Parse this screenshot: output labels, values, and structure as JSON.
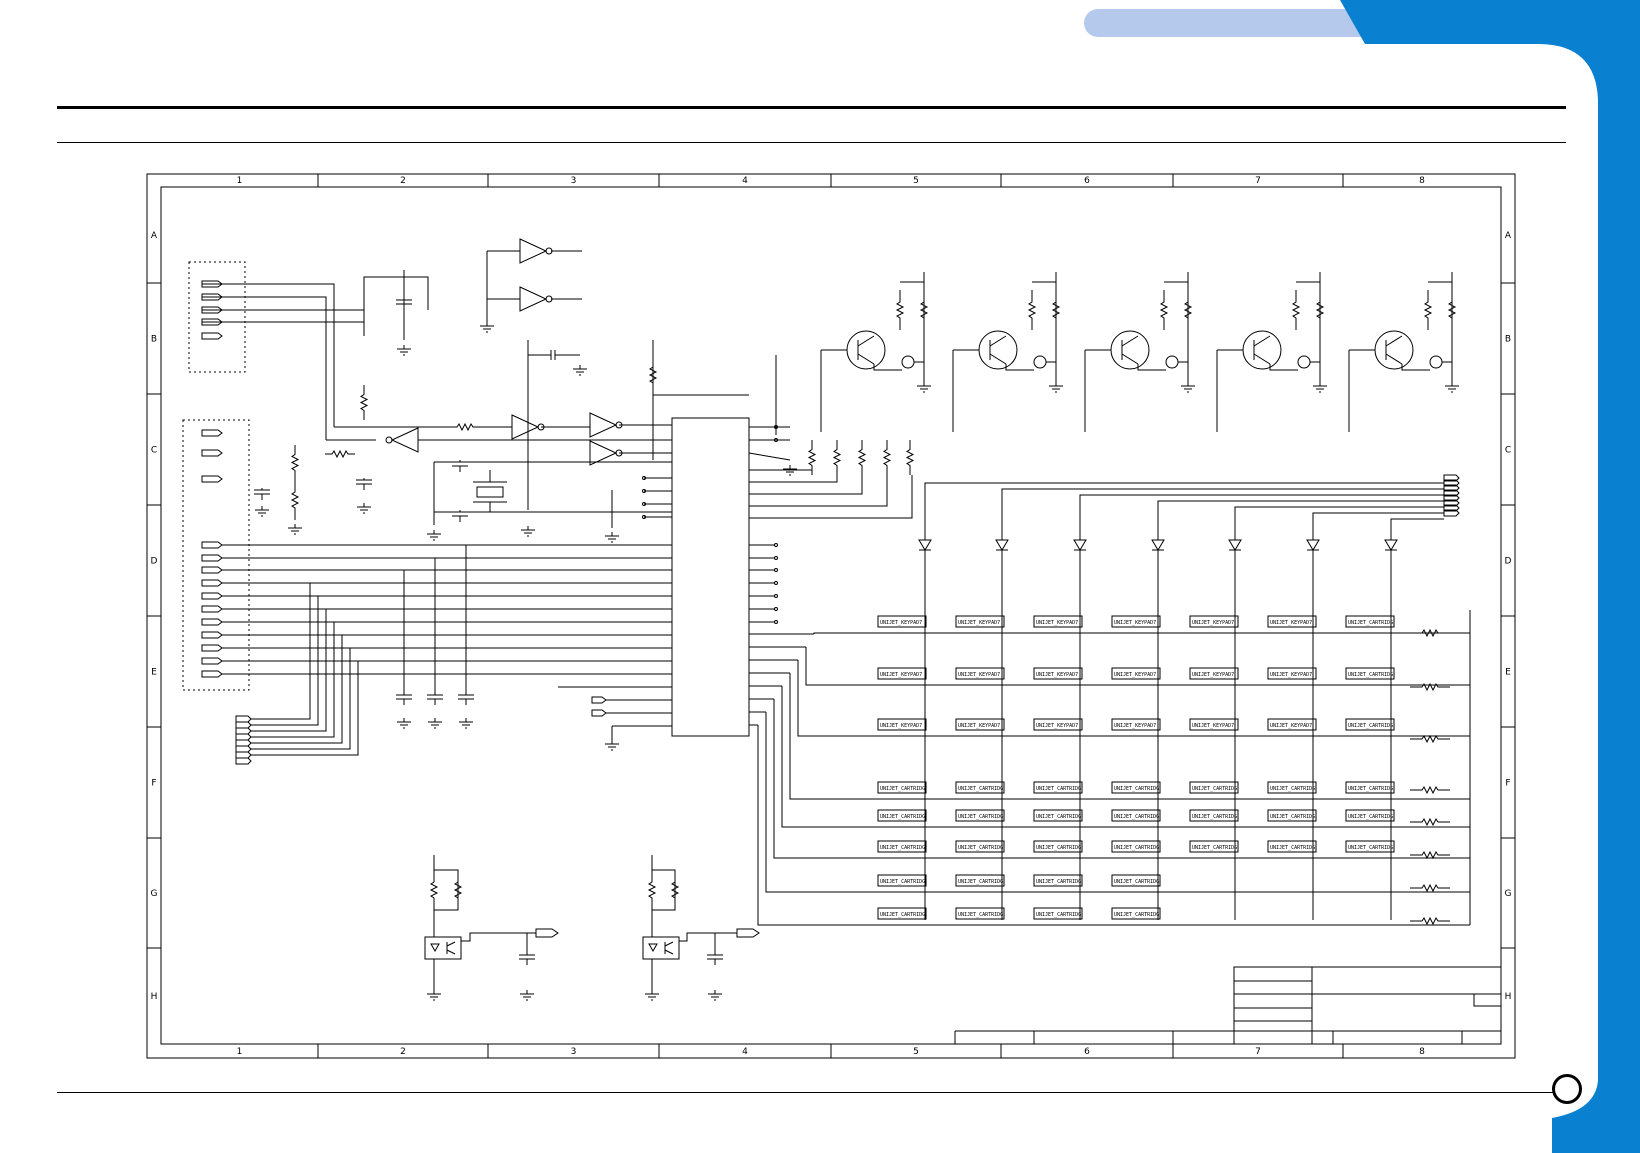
{
  "page": {
    "page_number": "",
    "header_text": "",
    "colors": {
      "accent_blue": "#0a80d0",
      "pill": "#b4c9ec",
      "line": "#000000"
    }
  },
  "frame": {
    "columns": [
      "1",
      "2",
      "3",
      "4",
      "5",
      "6",
      "7",
      "8"
    ],
    "rows": [
      "A",
      "B",
      "C",
      "D",
      "E",
      "F",
      "G",
      "H"
    ]
  },
  "switch_labels": {
    "keypad": "UNIJET_KEYPAD7",
    "cartridge": "UNIJET_CARTRIDG"
  }
}
